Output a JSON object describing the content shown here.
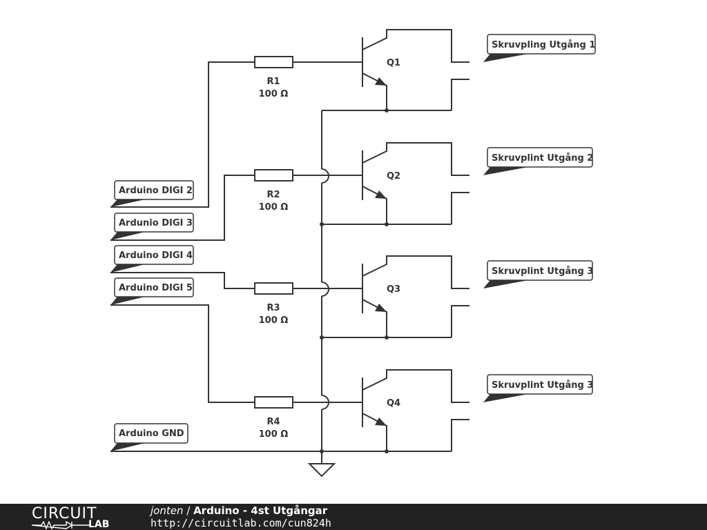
{
  "components": {
    "transistors": [
      "Q1",
      "Q2",
      "Q3",
      "Q4"
    ],
    "resistors": [
      {
        "name": "R1",
        "value": "100 Ω"
      },
      {
        "name": "R2",
        "value": "100 Ω"
      },
      {
        "name": "R3",
        "value": "100 Ω"
      },
      {
        "name": "R4",
        "value": "100 Ω"
      }
    ]
  },
  "inputs": [
    "Arduino DIGI 2",
    "Ardunio DIGI 3",
    "Arduino DIGI 4",
    "Arduino DIGI 5",
    "Arduino GND"
  ],
  "outputs": [
    "Skruvpling Utgång 1",
    "Skruvplint Utgång 2",
    "Skruvplint Utgång 3",
    "Skruvplint Utgång 3"
  ],
  "footer": {
    "logo_top": "CIRCUIT",
    "logo_bottom": "LAB",
    "author": "jonten",
    "separator": " / ",
    "title": "Arduino - 4st Utgångar",
    "url": "http://circuitlab.com/cun824h"
  }
}
